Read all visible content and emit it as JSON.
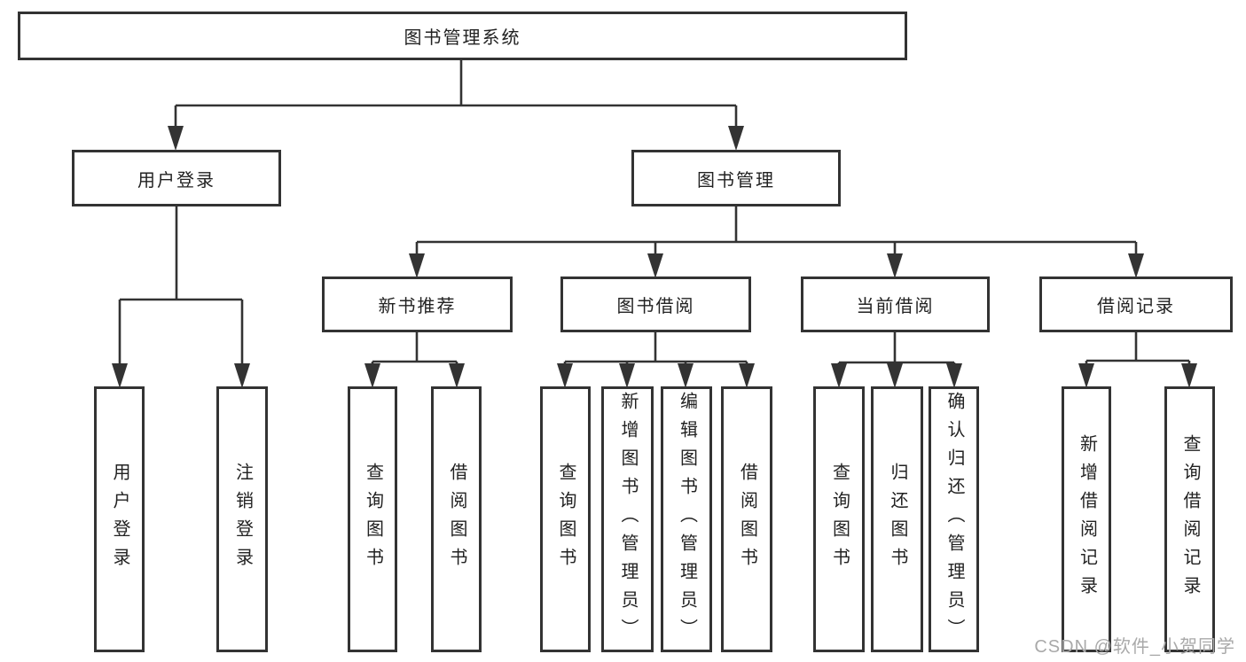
{
  "colors": {
    "background": "#ffffff",
    "line": "#333333",
    "box_border": "#333333",
    "text": "#222222",
    "watermark": "#a9a9a9"
  },
  "watermark": "CSDN @软件_小贺同学",
  "tree": {
    "label": "图书管理系统",
    "children": [
      {
        "label": "用户登录",
        "children": [
          {
            "label": "用户登录"
          },
          {
            "label": "注销登录"
          }
        ]
      },
      {
        "label": "图书管理",
        "children": [
          {
            "label": "新书推荐",
            "children": [
              {
                "label": "查询图书"
              },
              {
                "label": "借阅图书"
              }
            ]
          },
          {
            "label": "图书借阅",
            "children": [
              {
                "label": "查询图书"
              },
              {
                "label": "新增图书（管理员）"
              },
              {
                "label": "编辑图书（管理员）"
              },
              {
                "label": "借阅图书"
              }
            ]
          },
          {
            "label": "当前借阅",
            "children": [
              {
                "label": "查询图书"
              },
              {
                "label": "归还图书"
              },
              {
                "label": "确认归还（管理员）"
              }
            ]
          },
          {
            "label": "借阅记录",
            "children": [
              {
                "label": "新增借阅记录"
              },
              {
                "label": "查询借阅记录"
              }
            ]
          }
        ]
      }
    ]
  }
}
